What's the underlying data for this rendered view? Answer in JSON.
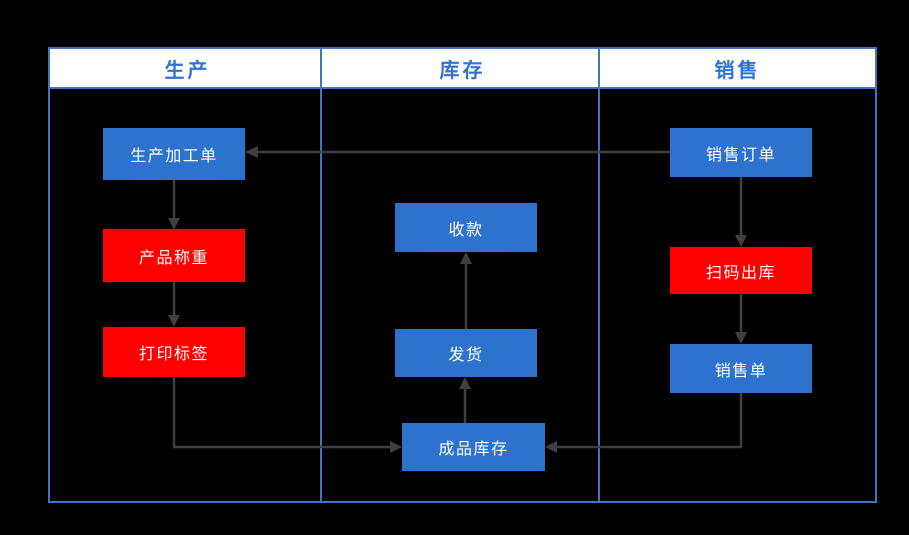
{
  "diagram": {
    "type": "swimlane-flowchart",
    "lane_headers": [
      {
        "label": "生产"
      },
      {
        "label": "库存"
      },
      {
        "label": "销售"
      }
    ],
    "nodes": {
      "production_order": {
        "label": "生产加工单",
        "lane": "生产",
        "color": "#2D73CE"
      },
      "product_weighing": {
        "label": "产品称重",
        "lane": "生产",
        "color": "#FF0000"
      },
      "print_label": {
        "label": "打印标签",
        "lane": "生产",
        "color": "#FF0000"
      },
      "payment_received": {
        "label": "收款",
        "lane": "库存",
        "color": "#2D73CE"
      },
      "shipping": {
        "label": "发货",
        "lane": "库存",
        "color": "#2D73CE"
      },
      "finished_goods_stock": {
        "label": "成品库存",
        "lane": "库存",
        "color": "#2D73CE"
      },
      "sales_order": {
        "label": "销售订单",
        "lane": "销售",
        "color": "#2D73CE"
      },
      "scan_outbound": {
        "label": "扫码出库",
        "lane": "销售",
        "color": "#FF0000"
      },
      "sales_slip": {
        "label": "销售单",
        "lane": "销售",
        "color": "#2D73CE"
      }
    },
    "edges": [
      {
        "from": "sales_order",
        "to": "production_order"
      },
      {
        "from": "production_order",
        "to": "product_weighing"
      },
      {
        "from": "product_weighing",
        "to": "print_label"
      },
      {
        "from": "print_label",
        "to": "finished_goods_stock"
      },
      {
        "from": "finished_goods_stock",
        "to": "shipping"
      },
      {
        "from": "shipping",
        "to": "payment_received"
      },
      {
        "from": "sales_order",
        "to": "scan_outbound"
      },
      {
        "from": "scan_outbound",
        "to": "sales_slip"
      },
      {
        "from": "sales_slip",
        "to": "finished_goods_stock"
      }
    ],
    "colors": {
      "node_blue": "#2D73CE",
      "node_red": "#FF0000",
      "frame_border": "#4472C4",
      "header_background": "#FFFFFF",
      "header_text": "#2E74D0",
      "arrow": "#3F3F3F",
      "node_text": "#FFFFFF",
      "background": "#000000"
    }
  }
}
